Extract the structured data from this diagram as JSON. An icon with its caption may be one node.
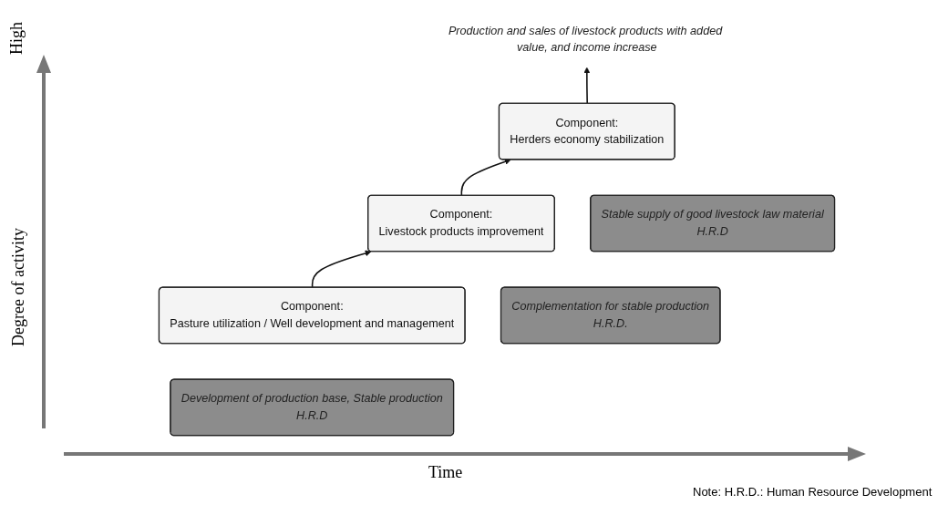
{
  "diagram": {
    "nodes": [
      {
        "text": [
          "Production and sales of livestock products with added value, and income increase"
        ]
      },
      {
        "text": [
          "Component:",
          "Herders economy stabilization"
        ]
      },
      {
        "text": [
          "Stable supply of good livestock law material",
          "H.R.D"
        ]
      },
      {
        "text": [
          "Component:",
          "Livestock products improvement"
        ]
      },
      {
        "text": [
          "Complementation for stable production",
          "H.R.D."
        ]
      },
      {
        "text": [
          "Component:",
          "Pasture utilization / Well development and management"
        ]
      },
      {
        "text": [
          "Development of production base, Stable production",
          "H.R.D"
        ]
      }
    ],
    "edges": [
      {
        "from": 5,
        "to": 3,
        "arrow": "to"
      },
      {
        "from": 3,
        "to": 1,
        "arrow": "to"
      },
      {
        "from": 1,
        "to": 0,
        "arrow": "to"
      }
    ],
    "labels": [
      "High",
      "Degree of activity",
      "Time",
      "Note: H.R.D.: Human Resource Development"
    ]
  }
}
